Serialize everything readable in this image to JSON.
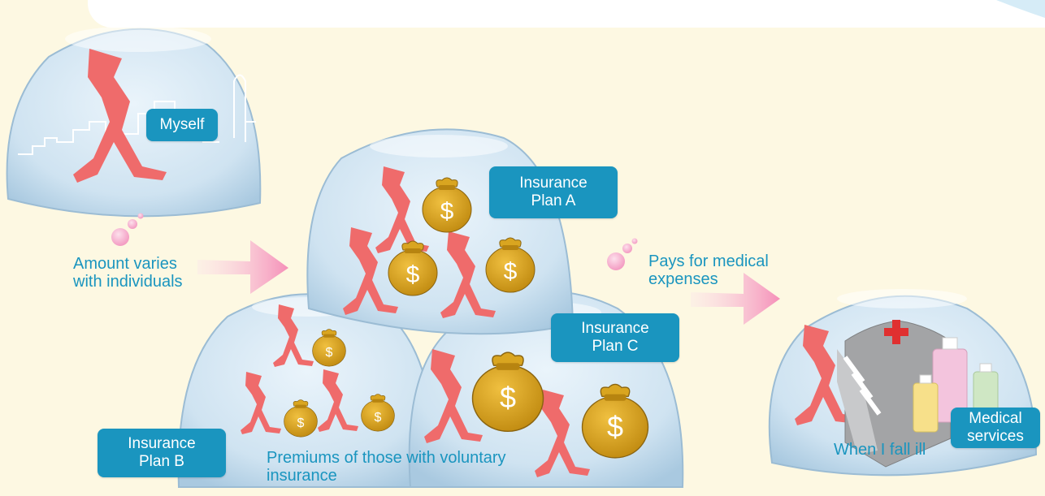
{
  "labels": {
    "myself": "Myself",
    "plan_a": [
      "Insurance",
      "Plan A"
    ],
    "plan_b": [
      "Insurance",
      "Plan B"
    ],
    "plan_c": [
      "Insurance",
      "Plan C"
    ],
    "medical_services": [
      "Medical",
      "services"
    ]
  },
  "captions": {
    "amount_varies": [
      "Amount varies",
      "with individuals"
    ],
    "pays_for": [
      "Pays for medical",
      "expenses"
    ],
    "premiums": [
      "Premiums of those with voluntary",
      "insurance"
    ],
    "when_ill": "When I fall ill"
  },
  "symbols": {
    "dollar": "$",
    "cross": "+"
  },
  "colors": {
    "background": "#fdf8e2",
    "tag": "#1a95bf",
    "figure": "#ef6b6b",
    "money_bag": "#d9a520",
    "bubble": "#cfe3f1",
    "arrow": "#f58fb8"
  }
}
